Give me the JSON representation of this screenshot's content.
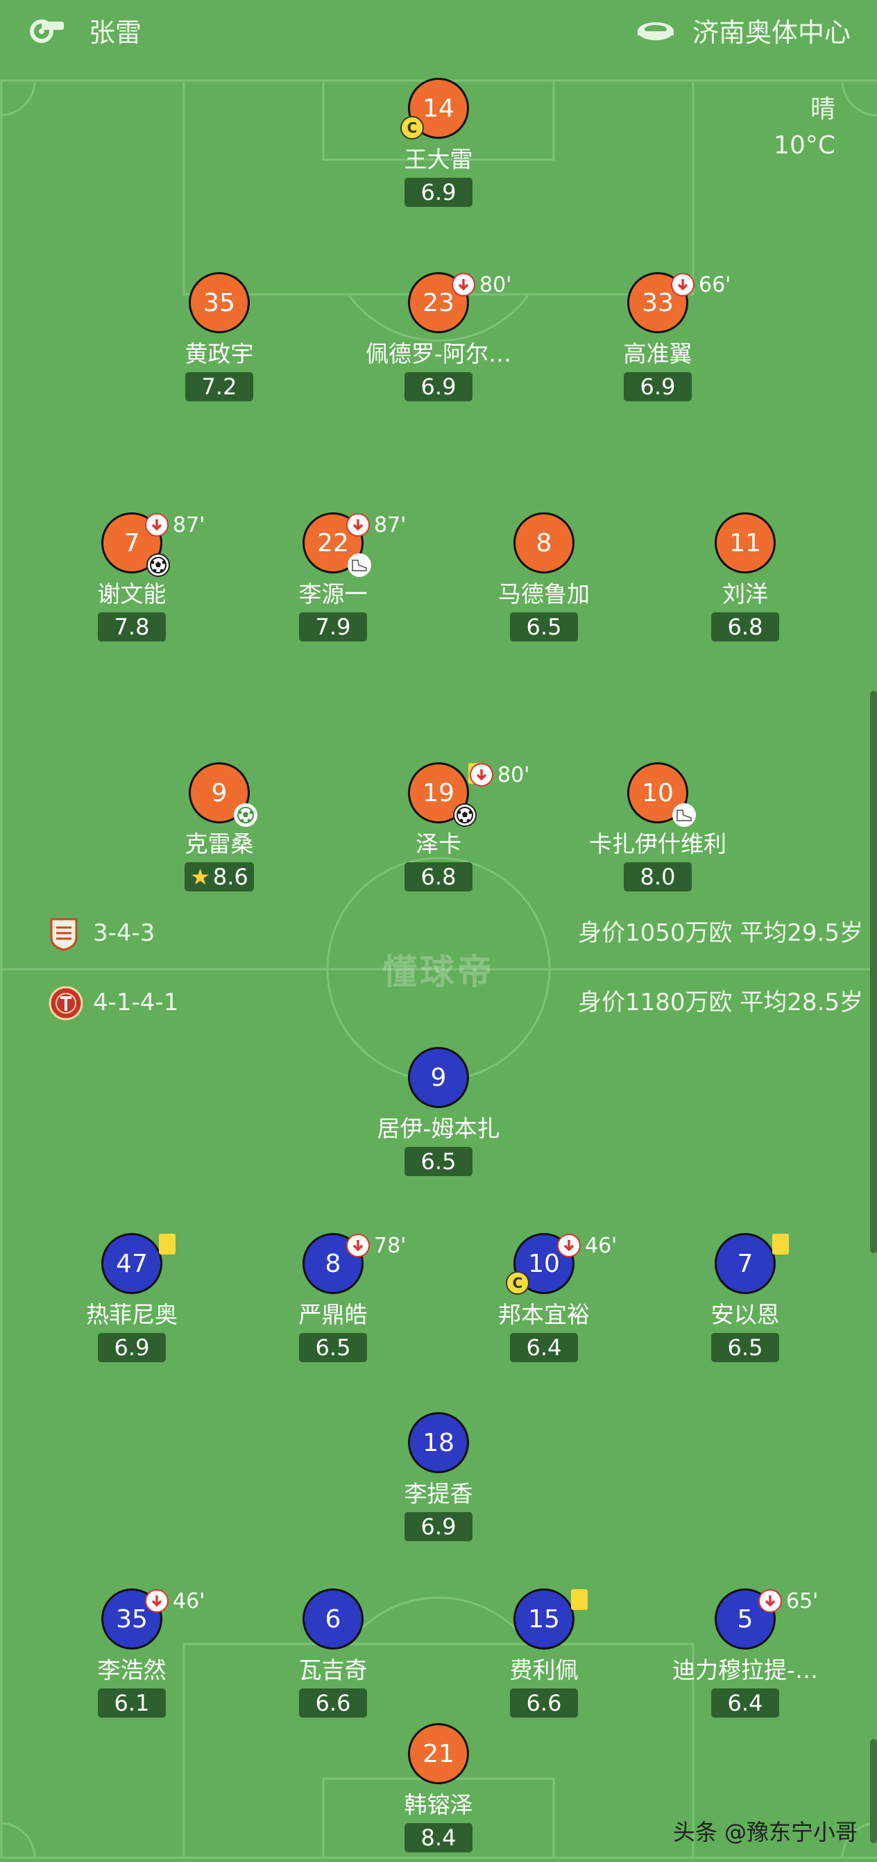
{
  "header": {
    "referee_icon": "whistle-icon",
    "referee": "张雷",
    "venue_icon": "stadium-icon",
    "venue": "济南奥体中心"
  },
  "weather": {
    "condition": "晴",
    "temperature": "10°C"
  },
  "home_team": {
    "badge": "shandong-taishan-badge-icon",
    "formation": "3-4-3",
    "value_line": "身价1050万欧 平均29.5岁",
    "players": [
      {
        "number": "14",
        "name": "王大雷",
        "rating": "6.9",
        "captain": "C"
      },
      {
        "number": "35",
        "name": "黄政宇",
        "rating": "7.2"
      },
      {
        "number": "23",
        "name": "佩德罗-阿尔…",
        "rating": "6.9",
        "sub_minute": "80'"
      },
      {
        "number": "33",
        "name": "高准翼",
        "rating": "6.9",
        "sub_minute": "66'"
      },
      {
        "number": "7",
        "name": "谢文能",
        "rating": "7.8",
        "sub_minute": "87'"
      },
      {
        "number": "22",
        "name": "李源一",
        "rating": "7.9",
        "sub_minute": "87'"
      },
      {
        "number": "8",
        "name": "马德鲁加",
        "rating": "6.5"
      },
      {
        "number": "11",
        "name": "刘洋",
        "rating": "6.8"
      },
      {
        "number": "9",
        "name": "克雷桑",
        "rating": "8.6",
        "mvp": true
      },
      {
        "number": "19",
        "name": "泽卡",
        "rating": "6.8",
        "sub_minute": "80'"
      },
      {
        "number": "10",
        "name": "卡扎伊什维利",
        "rating": "8.0"
      }
    ]
  },
  "away_team": {
    "badge": "tianjin-badge-icon",
    "formation": "4-1-4-1",
    "value_line": "身价1180万欧 平均28.5岁",
    "players": [
      {
        "number": "9",
        "name": "居伊-姆本扎",
        "rating": "6.5"
      },
      {
        "number": "47",
        "name": "热菲尼奥",
        "rating": "6.9",
        "yellow_card": true
      },
      {
        "number": "8",
        "name": "严鼎皓",
        "rating": "6.5",
        "sub_minute": "78'"
      },
      {
        "number": "10",
        "name": "邦本宜裕",
        "rating": "6.4",
        "sub_minute": "46'",
        "captain": "C"
      },
      {
        "number": "7",
        "name": "安以恩",
        "rating": "6.5",
        "yellow_card": true
      },
      {
        "number": "18",
        "name": "李提香",
        "rating": "6.9"
      },
      {
        "number": "35",
        "name": "李浩然",
        "rating": "6.1",
        "sub_minute": "46'"
      },
      {
        "number": "6",
        "name": "瓦吉奇",
        "rating": "6.6"
      },
      {
        "number": "15",
        "name": "费利佩",
        "rating": "6.6",
        "yellow_card": true
      },
      {
        "number": "5",
        "name": "迪力穆拉提-…",
        "rating": "6.4",
        "sub_minute": "65'"
      },
      {
        "number": "21",
        "name": "韩镕泽",
        "rating": "8.4"
      }
    ]
  },
  "watermark": "懂球帝",
  "credit": "头条 @豫东宁小哥",
  "colors": {
    "pitch": "#62ae5a",
    "home": "#ef6d2f",
    "away": "#2d3ac3",
    "rating_bg": "#2e5f2e",
    "yellow_card": "#f8d93a"
  }
}
